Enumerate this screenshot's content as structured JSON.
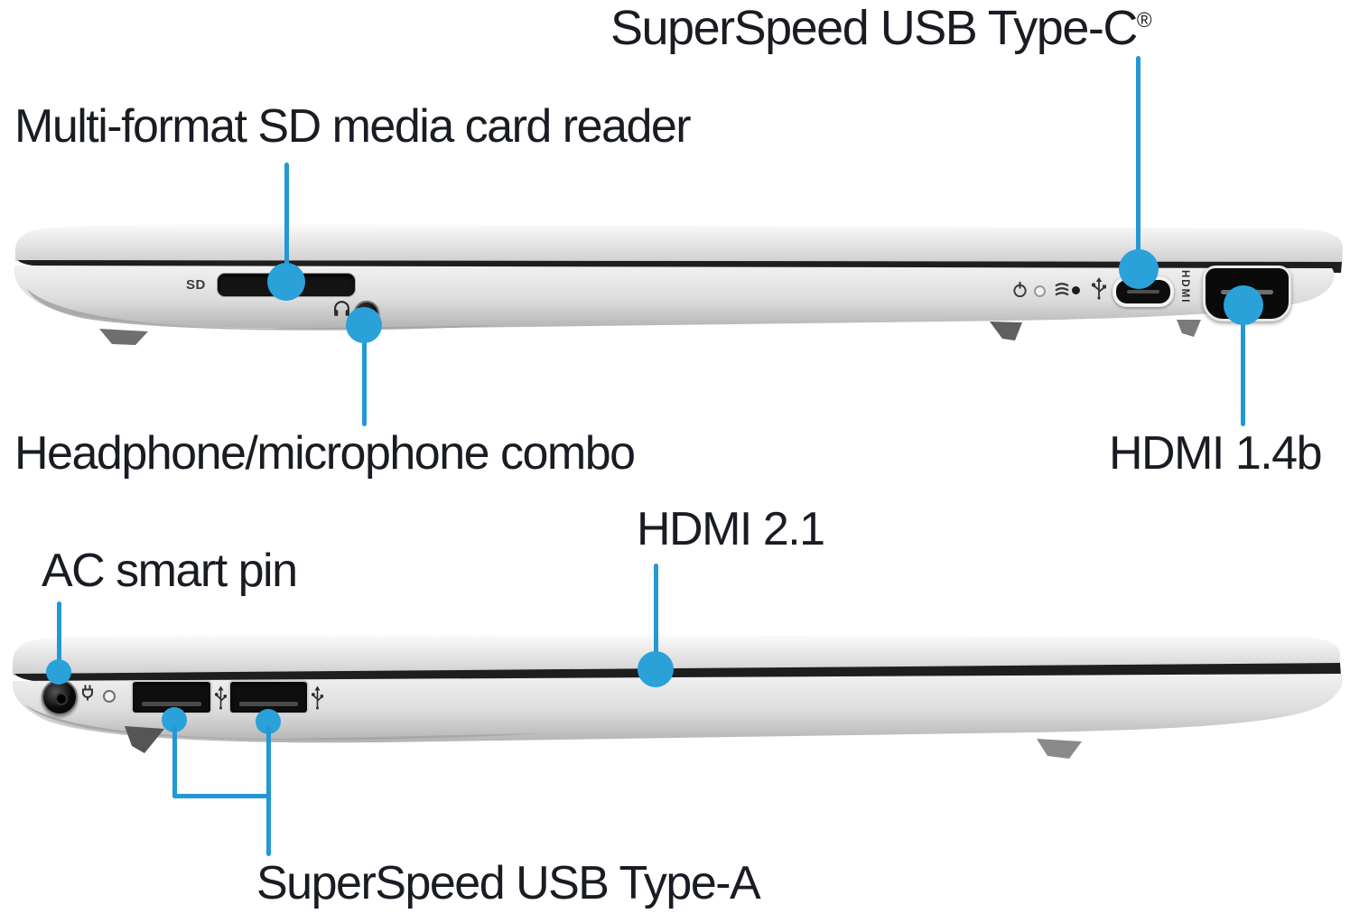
{
  "colors": {
    "background": "#ffffff",
    "callout_blue": "#2398d5",
    "label_text": "#191c22",
    "chassis_silver": "#d9d9d9",
    "hinge_dark": "#1e1e1e"
  },
  "callouts": {
    "usb_c": {
      "label": "SuperSpeed USB Type-C",
      "reg": "®"
    },
    "sd": {
      "label": "Multi-format SD media card reader"
    },
    "headphone": {
      "label": "Headphone/microphone combo"
    },
    "hdmi_14b": {
      "label": "HDMI 1.4b"
    },
    "hdmi_21": {
      "label": "HDMI 2.1"
    },
    "ac_pin": {
      "label": "AC smart pin"
    },
    "usb_a": {
      "label": "SuperSpeed USB Type-A"
    }
  },
  "laptop_top": {
    "sd_slot_text": "SD",
    "hdmi_port_text": "HDMI"
  },
  "icons": {
    "headphone": "headset arc with ear pads",
    "power": "circle with vertical bar",
    "storage": "stacked disc arcs",
    "usb": "usb trident",
    "ac_plug": "plug with prongs",
    "superspeed_usb": "usb trident (SS)",
    "status_led": "small circle"
  }
}
